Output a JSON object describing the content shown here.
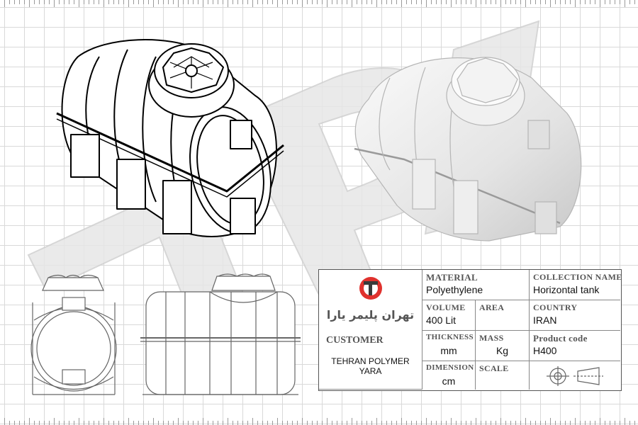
{
  "logo": {
    "icon": "tehran-polymer-logo-icon",
    "text_fa": "تهران پلیمر یارا",
    "accent_color": "#e0312d"
  },
  "watermark": {
    "text": "TP",
    "color": "#e6e6e6"
  },
  "views": {
    "line_drawing": "horizontal-tank-line-drawing",
    "render": "horizontal-tank-3d-render",
    "front": "tank-front-view",
    "side": "tank-side-view"
  },
  "title_block": {
    "material": {
      "label": "MATERIAL",
      "value": "Polyethylene"
    },
    "collection": {
      "label": "COLLECTION NAME",
      "value": "Horizontal tank"
    },
    "volume": {
      "label": "VOLUME",
      "value": "400 Lit"
    },
    "area": {
      "label": "AREA",
      "value": ""
    },
    "country": {
      "label": "COUNTRY",
      "value": "IRAN"
    },
    "customer": {
      "label": "CUSTOMER",
      "value": "TEHRAN POLYMER\nYARA"
    },
    "thickness": {
      "label": "THICKNESS",
      "value": "mm"
    },
    "mass": {
      "label": "MASS",
      "value": "Kg"
    },
    "product_code": {
      "label": "Product code",
      "value": "H400"
    },
    "dimension": {
      "label": "DIMENSION",
      "value": "cm"
    },
    "scale": {
      "label": "SCALE",
      "value": ""
    },
    "projection_symbol": "first-angle-projection-icon"
  }
}
